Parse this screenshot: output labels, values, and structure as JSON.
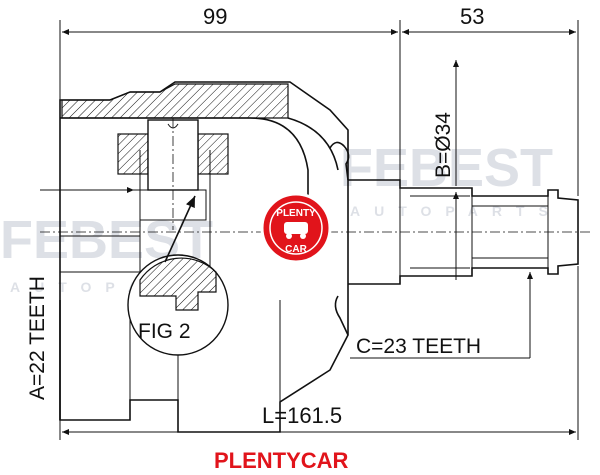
{
  "dimensions": {
    "top_left": "99",
    "top_right": "53",
    "bore_diameter": "B=Ø34",
    "outer_teeth": "C=23 TEETH",
    "inner_teeth": "A=22 TEETH",
    "length": "L=161.5"
  },
  "figure_label": "FIG 2",
  "watermark": {
    "brand": "FEBEST",
    "subtitle": "AUTOPARTS"
  },
  "badge": {
    "top": "PLENTY",
    "bottom": "CAR",
    "color": "#e1141b"
  },
  "footer": {
    "brand": "PLENTYCAR",
    "color": "#e1141b"
  }
}
